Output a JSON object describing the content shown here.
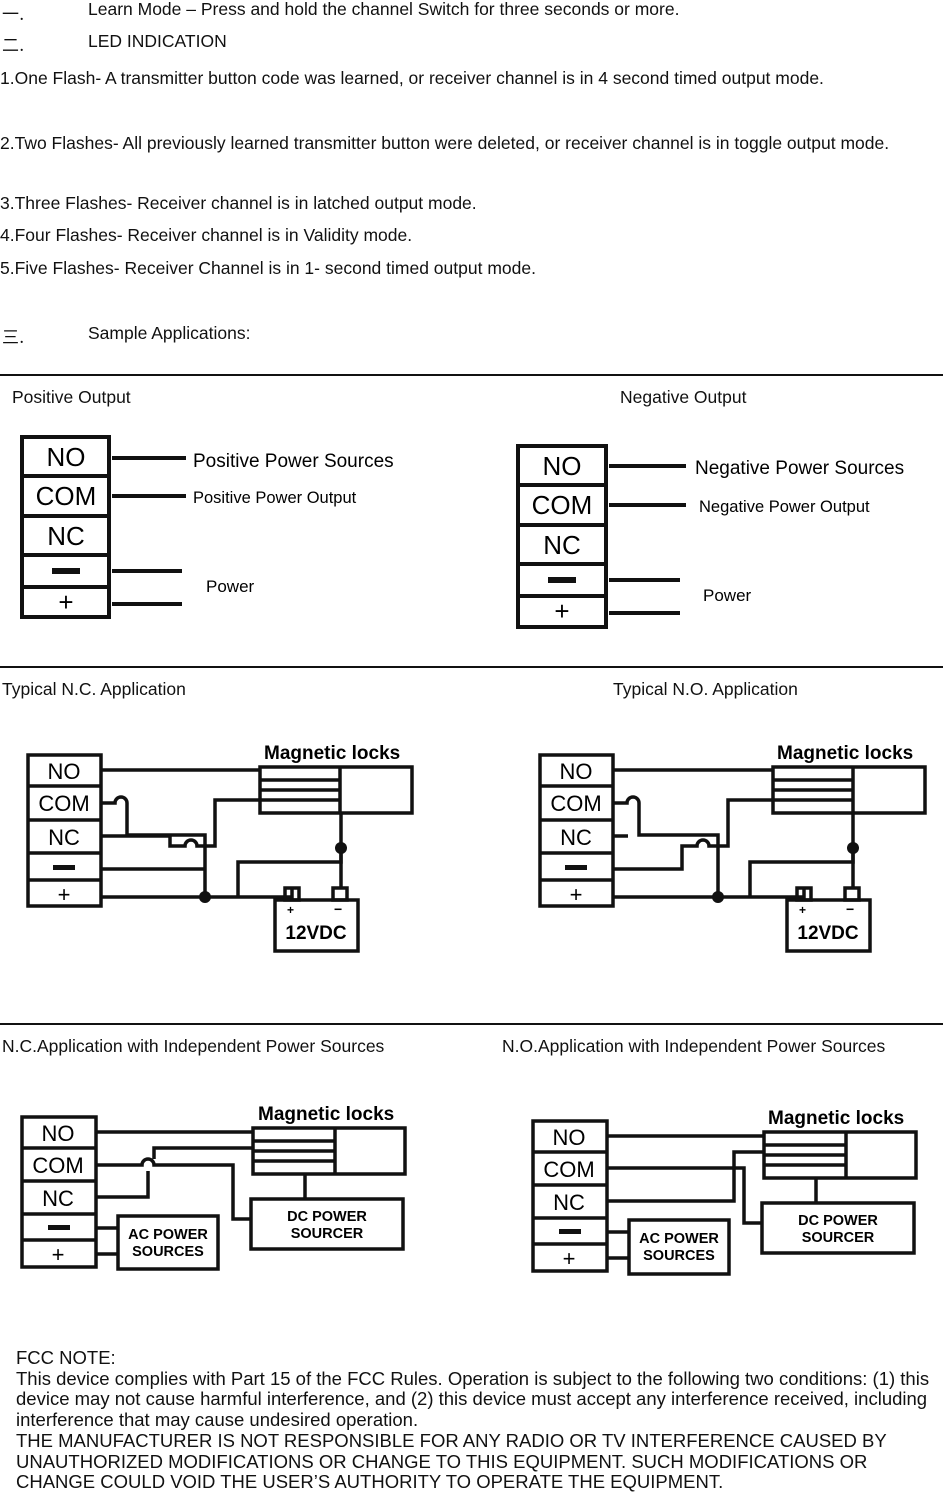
{
  "sections": [
    {
      "marker": "一.",
      "text": "Learn Mode – Press and hold the channel Switch for three seconds or more."
    },
    {
      "marker": "二.",
      "text": "LED INDICATION"
    },
    {
      "marker": "三.",
      "text": "Sample Applications:"
    }
  ],
  "led_list": [
    "1.One Flash- A transmitter button code was learned, or receiver channel is in 4 second timed output mode.",
    "2.Two Flashes- All previously learned transmitter button were deleted, or receiver channel is in toggle output mode.",
    "3.Three Flashes- Receiver channel is in latched output mode.",
    "4.Four Flashes- Receiver channel is in Validity mode.",
    "5.Five Flashes- Receiver Channel is in 1- second timed output mode."
  ],
  "diagrams": {
    "positive": {
      "title": "Positive Output",
      "line1": "Positive Power Sources",
      "line2": "Positive Power Output",
      "power": "Power"
    },
    "negative": {
      "title": "Negative Output",
      "line1": "Negative Power Sources",
      "line2": "Negative Power Output",
      "power": "Power"
    },
    "nc": {
      "title": "Typical N.C. Application"
    },
    "no": {
      "title": "Typical N.O. Application"
    },
    "nc_ind": {
      "title": "N.C.Application with Independent Power Sources"
    },
    "no_ind": {
      "title": "N.O.Application with Independent Power Sources"
    }
  },
  "terminals": {
    "no": "NO",
    "com": "COM",
    "nc": "NC",
    "minus": "−",
    "plus": "+"
  },
  "labels": {
    "magnetic_locks": "Magnetic locks",
    "battery": "12VDC",
    "batt_plus": "+",
    "batt_minus": "−",
    "ac_power_1": "AC POWER",
    "ac_power_2": "SOURCES",
    "dc_power_1": "DC POWER",
    "dc_power_2": "SOURCER"
  },
  "fcc": {
    "heading": "FCC NOTE:",
    "para1": "This device complies with Part 15 of the FCC Rules. Operation is subject to the following two conditions: (1) this device may not cause harmful interference, and (2) this device must accept any interference received, including interference that may cause undesired operation.",
    "para2": "THE MANUFACTURER IS NOT RESPONSIBLE FOR ANY RADIO OR TV INTERFERENCE CAUSED BY UNAUTHORIZED MODIFICATIONS  OR CHANGE TO THIS EQUIPMENT. SUCH MODIFICATIONS OR CHANGE COULD VOID THE USER’S AUTHORITY TO OPERATE THE EQUIPMENT."
  }
}
